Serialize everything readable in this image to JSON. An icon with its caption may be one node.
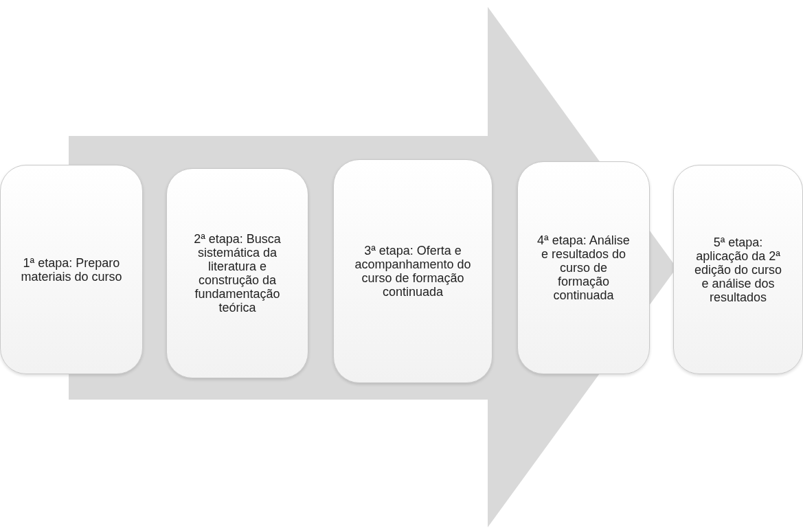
{
  "diagram": {
    "nodes": [
      {
        "text": [
          "1ª etapa: Preparo materiais do curso"
        ]
      },
      {
        "text": [
          "2ª etapa: Busca sistemática da literatura e construção da fundamentação teórica"
        ]
      },
      {
        "text": [
          "3ª etapa: Oferta e acompanhamento do curso de formação continuada"
        ]
      },
      {
        "text": [
          "4ª etapa: Análise e resultados do curso de formação continuada"
        ]
      },
      {
        "text": [
          "5ª etapa: aplicação da 2ª edição do curso e análise dos resultados"
        ]
      }
    ],
    "edges": [
      {
        "from": 0,
        "to": 4,
        "arrow": "to"
      }
    ]
  }
}
